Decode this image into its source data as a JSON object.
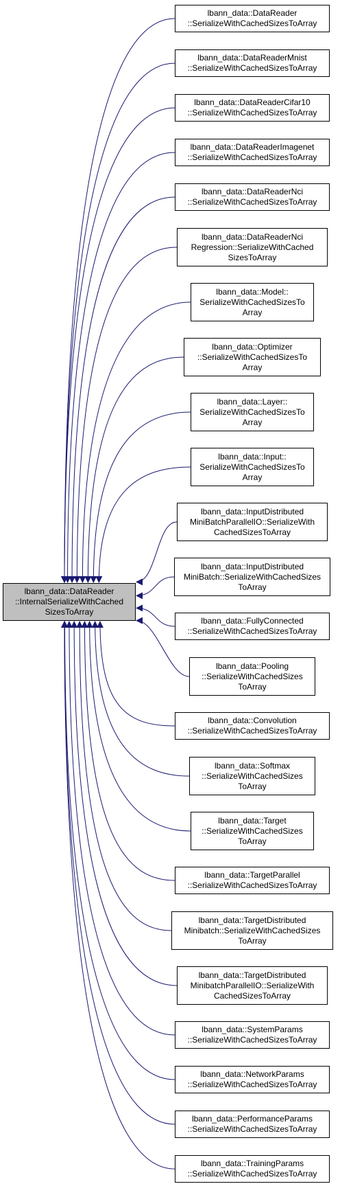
{
  "colors": {
    "edge": "#191970",
    "box_border": "#000000",
    "root_fill": "#bfbfbf",
    "node_fill": "#ffffff"
  },
  "root": {
    "lines": [
      "lbann_data::DataReader",
      "::InternalSerializeWithCached",
      "SizesToArray"
    ]
  },
  "callers": [
    {
      "lines": [
        "lbann_data::DataReader",
        "::SerializeWithCachedSizesToArray"
      ]
    },
    {
      "lines": [
        "lbann_data::DataReaderMnist",
        "::SerializeWithCachedSizesToArray"
      ]
    },
    {
      "lines": [
        "lbann_data::DataReaderCifar10",
        "::SerializeWithCachedSizesToArray"
      ]
    },
    {
      "lines": [
        "lbann_data::DataReaderImagenet",
        "::SerializeWithCachedSizesToArray"
      ]
    },
    {
      "lines": [
        "lbann_data::DataReaderNci",
        "::SerializeWithCachedSizesToArray"
      ]
    },
    {
      "lines": [
        "lbann_data::DataReaderNci",
        "Regression::SerializeWithCached",
        "SizesToArray"
      ]
    },
    {
      "lines": [
        "lbann_data::Model::",
        "SerializeWithCachedSizesTo",
        "Array"
      ]
    },
    {
      "lines": [
        "lbann_data::Optimizer",
        "::SerializeWithCachedSizesTo",
        "Array"
      ]
    },
    {
      "lines": [
        "lbann_data::Layer::",
        "SerializeWithCachedSizesTo",
        "Array"
      ]
    },
    {
      "lines": [
        "lbann_data::Input::",
        "SerializeWithCachedSizesTo",
        "Array"
      ]
    },
    {
      "lines": [
        "lbann_data::InputDistributed",
        "MiniBatchParallelIO::SerializeWith",
        "CachedSizesToArray"
      ]
    },
    {
      "lines": [
        "lbann_data::InputDistributed",
        "MiniBatch::SerializeWithCachedSizes",
        "ToArray"
      ]
    },
    {
      "lines": [
        "lbann_data::FullyConnected",
        "::SerializeWithCachedSizesToArray"
      ]
    },
    {
      "lines": [
        "lbann_data::Pooling",
        "::SerializeWithCachedSizes",
        "ToArray"
      ]
    },
    {
      "lines": [
        "lbann_data::Convolution",
        "::SerializeWithCachedSizesToArray"
      ]
    },
    {
      "lines": [
        "lbann_data::Softmax",
        "::SerializeWithCachedSizes",
        "ToArray"
      ]
    },
    {
      "lines": [
        "lbann_data::Target",
        "::SerializeWithCachedSizes",
        "ToArray"
      ]
    },
    {
      "lines": [
        "lbann_data::TargetParallel",
        "::SerializeWithCachedSizesToArray"
      ]
    },
    {
      "lines": [
        "lbann_data::TargetDistributed",
        "Minibatch::SerializeWithCachedSizes",
        "ToArray"
      ]
    },
    {
      "lines": [
        "lbann_data::TargetDistributed",
        "MinibatchParallelIO::SerializeWith",
        "CachedSizesToArray"
      ]
    },
    {
      "lines": [
        "lbann_data::SystemParams",
        "::SerializeWithCachedSizesToArray"
      ]
    },
    {
      "lines": [
        "lbann_data::NetworkParams",
        "::SerializeWithCachedSizesToArray"
      ]
    },
    {
      "lines": [
        "lbann_data::PerformanceParams",
        "::SerializeWithCachedSizesToArray"
      ]
    },
    {
      "lines": [
        "lbann_data::TrainingParams",
        "::SerializeWithCachedSizesToArray"
      ]
    }
  ]
}
